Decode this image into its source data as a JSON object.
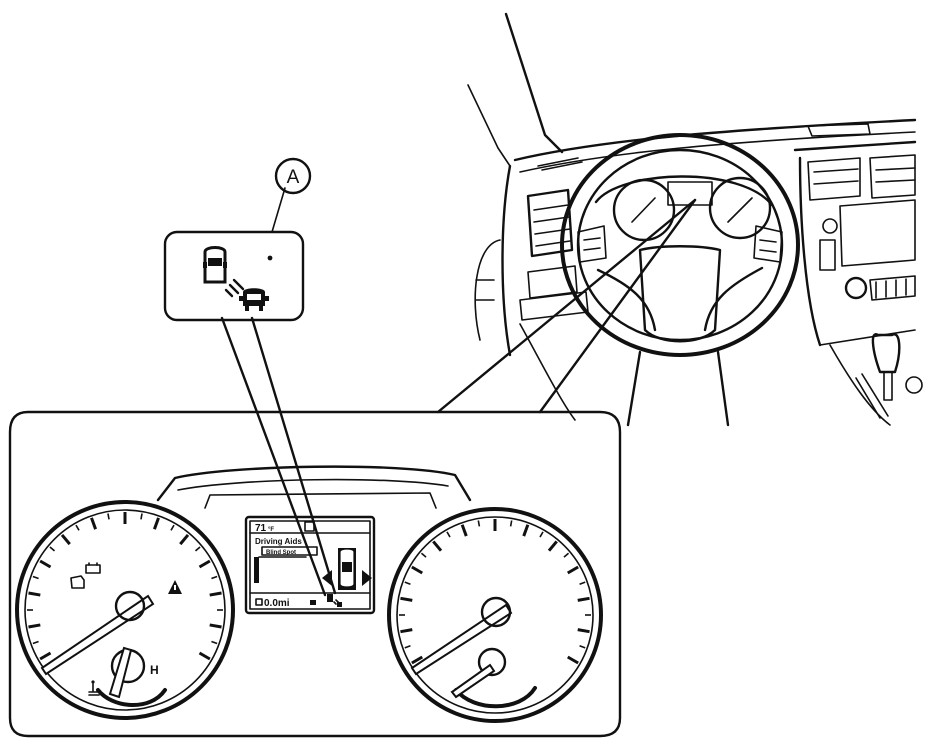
{
  "callout": {
    "letter": "A"
  },
  "display": {
    "temp": "71",
    "temp_unit": "°F",
    "menu_title": "Driving Aids",
    "menu_item": "Blind Spot",
    "odometer": "0.0mi"
  },
  "gauges": {
    "temp_hot_label": "H"
  },
  "colors": {
    "line": "#111111",
    "background": "#ffffff"
  },
  "icons": {
    "callout_icon": "blind-spot-warning-icon",
    "warning_icon": "warning-triangle-icon",
    "battery_icon": "battery-icon",
    "engine_icon": "check-engine-icon",
    "coolant_icon": "coolant-temperature-icon",
    "bsw_small_icon": "blind-spot-indicator-icon",
    "car_icon": "vehicle-top-view-icon"
  }
}
